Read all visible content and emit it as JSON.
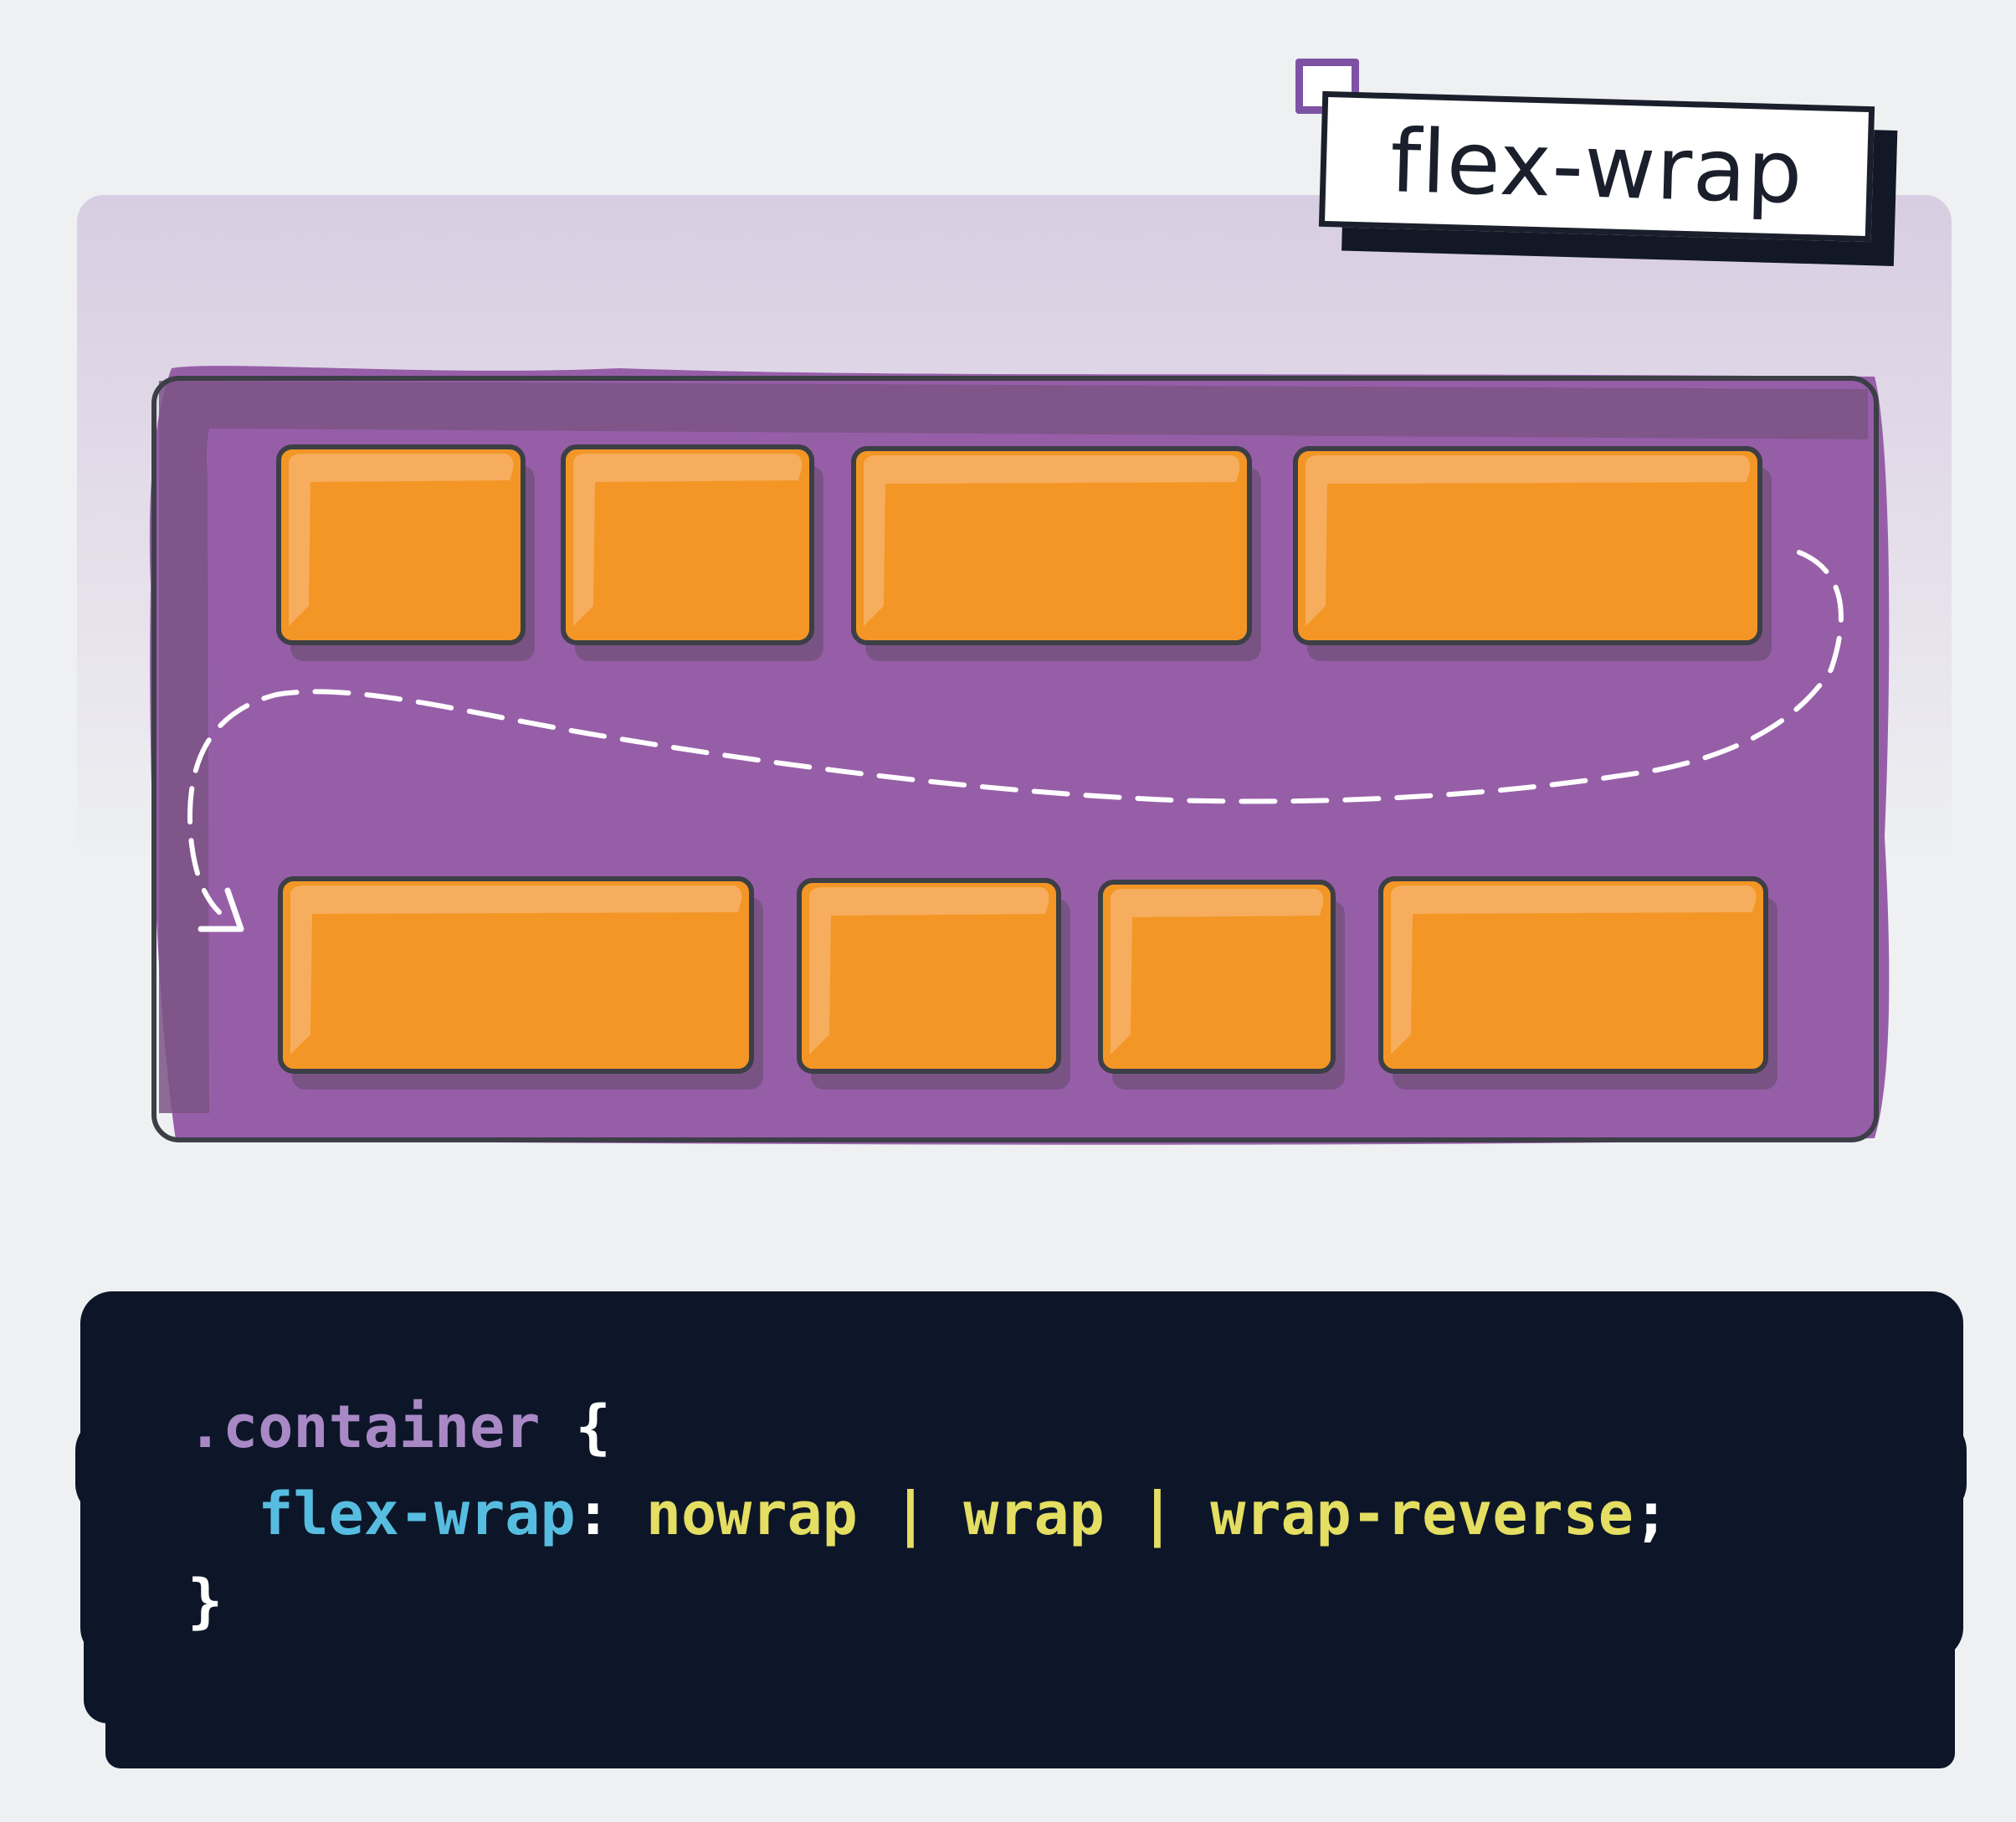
{
  "title": "flex-wrap",
  "colors": {
    "background": "#eef0f2",
    "container_fill": "#975ea8",
    "container_border": "#3c3f46",
    "item_fill": "#f39625",
    "item_highlight": "#f6ad5d",
    "code_background": "#0d1628",
    "selector": "#a889c6",
    "property": "#57bde0",
    "value": "#e4de62",
    "punctuation": "#ffffff",
    "tag_border": "#7d52a5"
  },
  "diagram": {
    "rows": [
      {
        "items": [
          "item",
          "item",
          "item",
          "item"
        ]
      },
      {
        "items": [
          "item",
          "item",
          "item",
          "item"
        ]
      }
    ],
    "arrow": "dashed-wrap-arrow"
  },
  "code": {
    "selector": ".container",
    "open_brace": " {",
    "indent": "  ",
    "property": "flex-wrap",
    "colon": ": ",
    "value1": "nowrap",
    "sep1": " | ",
    "value2": "wrap",
    "sep2": " | ",
    "value3": "wrap-reverse",
    "semicolon": ";",
    "close_brace": "}"
  }
}
